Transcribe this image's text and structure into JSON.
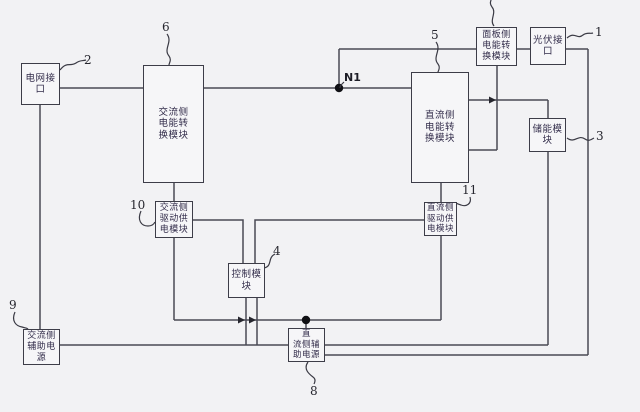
{
  "figure": {
    "type": "patent-style block diagram of a photovoltaic power conversion system",
    "background_color": "#f2f2f4",
    "wire_color": "#4a4a55",
    "box_border_color": "#3d3d48",
    "text_color": "#322c4a",
    "node_dot_color": "#101014"
  },
  "nodes": {
    "n1": "N1"
  },
  "boxes": {
    "grid_interface": {
      "label": "电网接口",
      "lines": [
        "电网接",
        "口"
      ],
      "ref": "2"
    },
    "ac_side_power_conversion": {
      "label": "交流侧电能转换模块",
      "lines": [
        "交流侧",
        "电能转",
        "换模块"
      ],
      "ref": "6"
    },
    "dc_side_power_conversion": {
      "label": "直流侧电能转换模块",
      "lines": [
        "直流侧",
        "电能转",
        "换模块"
      ],
      "ref": "5"
    },
    "panel_side_power_conversion": {
      "label": "面板侧电能转换模块",
      "lines": [
        "面板侧",
        "电能转",
        "换模块"
      ],
      "ref": ""
    },
    "pv_interface": {
      "label": "光伏接口",
      "lines": [
        "光伏接",
        "口"
      ],
      "ref": "1"
    },
    "energy_storage": {
      "label": "储能模块",
      "lines": [
        "储能模",
        "块"
      ],
      "ref": "3"
    },
    "ac_side_drive_supply": {
      "label": "交流侧驱动供电模块",
      "lines": [
        "交流侧",
        "驱动供",
        "电模块"
      ],
      "ref": "10"
    },
    "dc_side_drive_supply": {
      "label": "直流侧驱动供电模块",
      "lines": [
        "直流侧",
        "驱动供",
        "电模块"
      ],
      "ref": "11"
    },
    "control_module": {
      "label": "控制模块",
      "lines": [
        "控制模",
        "块"
      ],
      "ref": "4"
    },
    "ac_side_aux_power": {
      "label": "交流侧辅助电源",
      "lines": [
        "交流侧",
        "辅助电",
        "源"
      ],
      "ref": "9"
    },
    "dc_side_aux_power": {
      "label": "直流侧辅助电源",
      "lines": [
        "直",
        "流侧辅",
        "助电源"
      ],
      "ref": "8"
    }
  }
}
